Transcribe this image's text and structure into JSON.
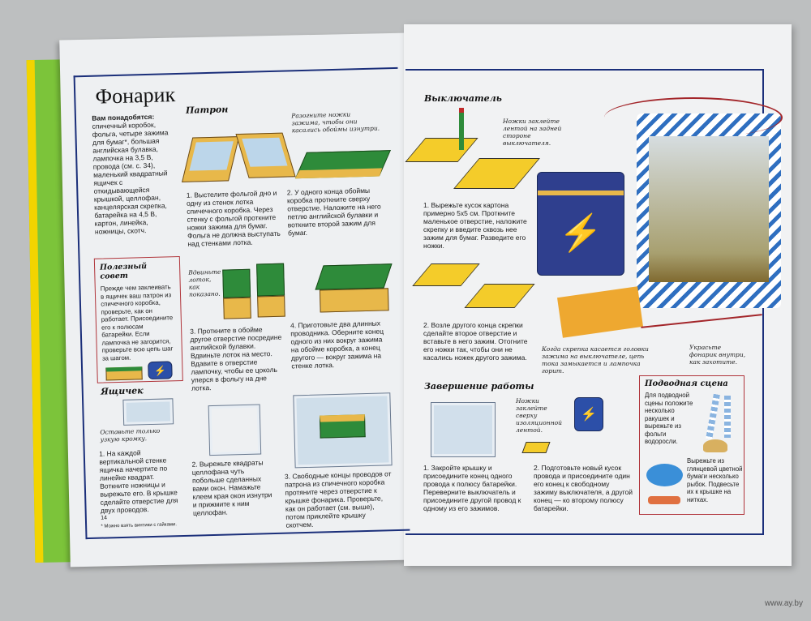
{
  "left_page": {
    "title": "Фонарик",
    "materials_label": "Вам понадобятся:",
    "materials": "спичечный коробок, фольга, четыре зажима для бумаг*, большая английская булавка, лампочка на 3,5 В, провода (см. с. 34), маленький квадратный ящичек с откидывающейся крышкой, целлофан, канцелярская скрепка, батарейка на 4,5 В, картон, линейка, ножницы, скотч.",
    "section_patron": "Патрон",
    "note_patron": "Разогните ножки зажима, чтобы они касались обоймы изнутри.",
    "step1": "1. Выстелите фольгой дно и одну из стенок лотка спичечного коробка. Через стенку с фольгой проткните ножки зажима для бумаг. Фольга не должна выступать над стенками лотка.",
    "step2": "2. У одного конца обоймы коробка проткните сверху отверстие. Наложите на него петлю английской булавки и воткните второй зажим для бумаг.",
    "note_slide": "Вдвиньте лоток, как показано.",
    "step3": "3. Проткните в обойме другое отверстие посредине английской булавки. Вдвиньте лоток на место. Вдавите в отверстие лампочку, чтобы ее цоколь уперся в фольгу на дне лотка.",
    "step4": "4. Приготовьте два длинных проводника. Оберните конец одного из них вокруг зажима на обойме коробка, а конец другого — вокруг зажима на стенке лотка.",
    "tip_title": "Полезный совет",
    "tip_text": "Прежде чем заклеивать в ящичек ваш патрон из спичечного коробка, проверьте, как он работает. Присоедините его к полюсам батарейки. Если лампочка не загорится, проверьте всю цепь шаг за шагом.",
    "section_box": "Ящичек",
    "note_box": "Оставьте только узкую кромку.",
    "box_step1": "1. На каждой вертикальной стенке ящичка начертите по линейке квадрат. Воткните ножницы и вырежьте его. В крышке сделайте отверстие для двух проводов.",
    "box_step2": "2. Вырежьте квадраты целлофана чуть побольше сделанных вами окон. Намажьте клеем края окон изнутри и прижмите к ним целлофан.",
    "box_step3": "3. Свободные концы проводов от патрона из спичечного коробка протяните через отверстие к крышке фонарика. Проверьте, как он работает (см. выше), потом приклейте крышку скотчем.",
    "page_number": "14",
    "footnote": "* Можно взять винтики с гайками."
  },
  "right_page": {
    "section_switch": "Выключатель",
    "note_switch": "Ножки заклейте лентой на задней стороне выключателя.",
    "sw_step1": "1. Вырежьте кусок картона примерно 5x5 см. Проткните маленькое отверстие, наложите скрепку и введите сквозь нее зажим для бумаг. Разведите его ножки.",
    "sw_step2": "2. Возле другого конца скрепки сделайте второе отверстие и вставьте в него зажим. Отогните его ножки так, чтобы они не касались ножек другого зажима.",
    "note_contact": "Когда скрепка касается головки зажима на выключателе, цепь тока замыкается и лампочка горит.",
    "note_decorate": "Украсьте фонарик внутри, как захотите.",
    "section_finish": "Завершение работы",
    "note_tape": "Ножки заклейте сверху изоляционной лентой.",
    "fin_step1": "1. Закройте крышку и присоедините конец одного провода к полюсу батарейки. Переверните выключатель и присоедините другой провод к одному из его зажимов.",
    "fin_step2": "2. Подготовьте новый кусок провода и присоедините один его конец к свободному зажиму выключателя, а другой конец — ко второму полюсу батарейки.",
    "scene_title": "Подводная сцена",
    "scene_text1": "Для подводной сцены положите несколько ракушек и вырежьте из фольги водоросли.",
    "scene_text2": "Вырежьте из глянцевой цветной бумаги несколько рыбок. Подвесьте их к крышке на нитках."
  },
  "watermark": "www.ay.by"
}
